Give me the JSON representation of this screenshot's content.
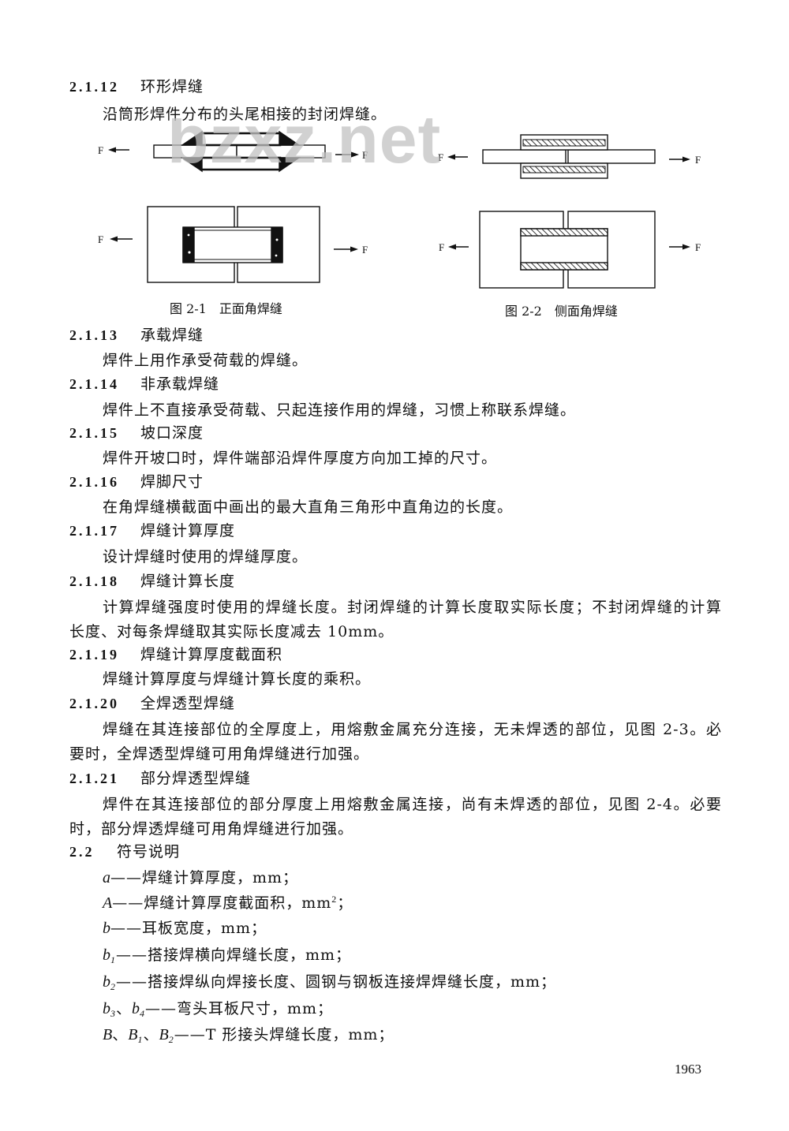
{
  "page": {
    "number": "1963",
    "watermark": "bzxz.net"
  },
  "sections": [
    {
      "num": "2.1.12",
      "title": "环形焊缝",
      "body": [
        "沿筒形焊件分布的头尾相接的封闭焊缝。"
      ]
    },
    {
      "num": "2.1.13",
      "title": "承载焊缝",
      "body": [
        "焊件上用作承受荷载的焊缝。"
      ]
    },
    {
      "num": "2.1.14",
      "title": "非承载焊缝",
      "body": [
        "焊件上不直接承受荷载、只起连接作用的焊缝，习惯上称联系焊缝。"
      ]
    },
    {
      "num": "2.1.15",
      "title": "坡口深度",
      "body": [
        "焊件开坡口时，焊件端部沿焊件厚度方向加工掉的尺寸。"
      ]
    },
    {
      "num": "2.1.16",
      "title": "焊脚尺寸",
      "body": [
        "在角焊缝横截面中画出的最大直角三角形中直角边的长度。"
      ]
    },
    {
      "num": "2.1.17",
      "title": "焊缝计算厚度",
      "body": [
        "设计焊缝时使用的焊缝厚度。"
      ]
    },
    {
      "num": "2.1.18",
      "title": "焊缝计算长度",
      "body": [
        "计算焊缝强度时使用的焊缝长度。封闭焊缝的计算长度取实际长度；不封闭焊缝的计算",
        "长度、对每条焊缝取其实际长度减去 10mm。"
      ]
    },
    {
      "num": "2.1.19",
      "title": "焊缝计算厚度截面积",
      "body": [
        "焊缝计算厚度与焊缝计算长度的乘积。"
      ]
    },
    {
      "num": "2.1.20",
      "title": "全焊透型焊缝",
      "body": [
        "焊缝在其连接部位的全厚度上，用熔敷金属充分连接，无未焊透的部位，见图 2-3。必",
        "要时，全焊透型焊缝可用角焊缝进行加强。"
      ]
    },
    {
      "num": "2.1.21",
      "title": "部分焊透型焊缝",
      "body": [
        "焊件在其连接部位的部分厚度上用熔敷金属连接，尚有未焊透的部位，见图 2-4。必要",
        "时，部分焊透焊缝可用角焊缝进行加强。"
      ]
    }
  ],
  "figures": {
    "force_label": "F",
    "fig_2_1": {
      "number": "图 2-1",
      "caption": "正面角焊缝"
    },
    "fig_2_2": {
      "number": "图 2-2",
      "caption": "侧面角焊缝"
    }
  },
  "symbols": {
    "num": "2.2",
    "title": "符号说明",
    "items": [
      {
        "sym": "a",
        "desc": "——焊缝计算厚度，mm；"
      },
      {
        "sym": "A",
        "desc": "——焊缝计算厚度截面积，mm",
        "sup": "2",
        "end": "；"
      },
      {
        "sym": "b",
        "desc": "——耳板宽度，mm；"
      },
      {
        "sym": "b",
        "sub": "1",
        "desc": "——搭接焊横向焊缝长度，mm；"
      },
      {
        "sym": "b",
        "sub": "2",
        "desc": "——搭接焊纵向焊接长度、圆钢与钢板连接焊焊缝长度，mm；"
      },
      {
        "sym": "b",
        "sub": "3",
        "sep": "、",
        "sym2": "b",
        "sub2": "4",
        "desc": "——弯头耳板尺寸，mm；"
      },
      {
        "sym": "B",
        "sep": "、",
        "sym2": "B",
        "sub2": "1",
        "sep2": "、",
        "sym3": "B",
        "sub3": "2",
        "desc": "——T 形接头焊缝长度，mm；"
      }
    ]
  }
}
